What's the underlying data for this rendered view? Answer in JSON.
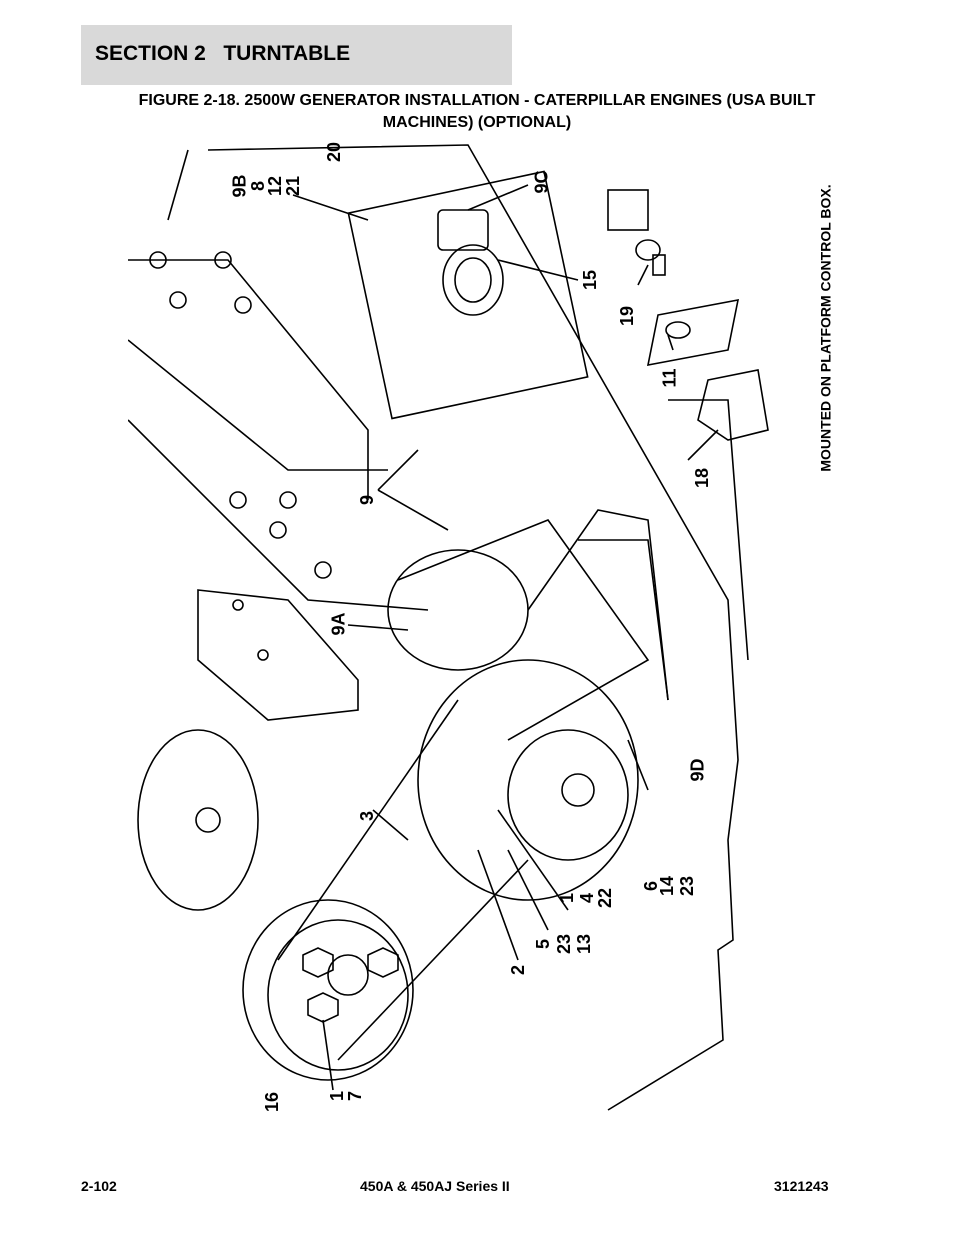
{
  "header": {
    "section": "SECTION 2   TURNTABLE"
  },
  "figure": {
    "title_line1": "FIGURE 2-18. 2500W GENERATOR INSTALLATION - CATERPILLAR ENGINES (USA BUILT",
    "title_line2": "MACHINES) (OPTIONAL)"
  },
  "callouts": {
    "c20": "20",
    "c9b": "9B",
    "c8": "8",
    "c12": "12",
    "c21": "21",
    "c9c": "9C",
    "c15": "15",
    "c19": "19",
    "c11": "11",
    "c18": "18",
    "c9": "9",
    "c9a": "9A",
    "c9d": "9D",
    "c3": "3",
    "c6": "6",
    "c14": "14",
    "c23a": "23",
    "c1a": "1",
    "c4": "4",
    "c22": "22",
    "c5": "5",
    "c23b": "23",
    "c13": "13",
    "c2": "2",
    "c16": "16",
    "c1b": "1",
    "c7": "7"
  },
  "note": "MOUNTED ON PLATFORM CONTROL BOX.",
  "footer": {
    "page": "2-102",
    "model": "450A & 450AJ Series II",
    "doc_number": "3121243"
  }
}
